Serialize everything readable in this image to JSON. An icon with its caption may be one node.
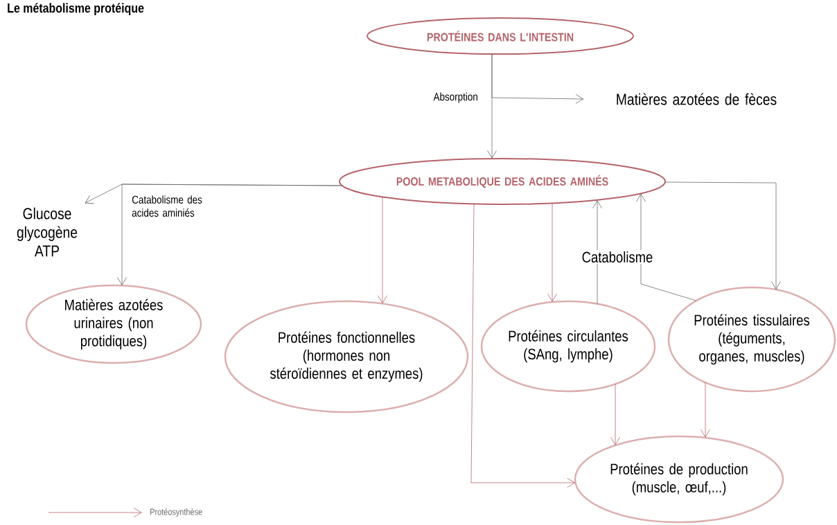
{
  "diagram": {
    "title": "Le métabolisme protéique",
    "nodes": [
      {
        "text": [
          "PROTÉINES DANS L'INTESTIN"
        ]
      },
      {
        "text": [
          "Matières azotées de fèces"
        ]
      },
      {
        "text": [
          "POOL METABOLIQUE DES ACIDES AMINÉS"
        ]
      },
      {
        "text": [
          "Glucose glycogène ATP"
        ]
      },
      {
        "text": [
          "Matières azotées urinaires (non protidiques)"
        ]
      },
      {
        "text": [
          "Protéines fonctionnelles (hormones non stéroïdiennes et enzymes)"
        ]
      },
      {
        "text": [
          "Protéines circulantes (SAng, lymphe)"
        ]
      },
      {
        "text": [
          "Protéines tissulaires (téguments, organes, muscles)"
        ]
      },
      {
        "text": [
          "Protéines de production (muscle, œuf,...)"
        ]
      }
    ],
    "edges": [
      {
        "from": 0,
        "to": 2,
        "arrow": "to",
        "label": "Absorption"
      },
      {
        "from": 0,
        "to": 1,
        "arrow": "to"
      },
      {
        "from": 2,
        "to": 3,
        "arrow": "to"
      },
      {
        "from": 2,
        "to": 4,
        "arrow": "to",
        "label": "Catabolisme des acides aminiés"
      },
      {
        "from": 2,
        "to": 5,
        "arrow": "to",
        "color": "#b5636a"
      },
      {
        "from": 2,
        "to": 6,
        "arrow": "to",
        "color": "#b5636a"
      },
      {
        "from": 2,
        "to": 8,
        "arrow": "to",
        "color": "#b5636a"
      },
      {
        "from": 2,
        "to": 7,
        "arrow": "to"
      },
      {
        "from": 6,
        "to": 2,
        "arrow": "to",
        "label": "Catabolisme"
      },
      {
        "from": 7,
        "to": 2,
        "arrow": "to"
      },
      {
        "from": 6,
        "to": 8,
        "arrow": "to",
        "color": "#b5636a"
      },
      {
        "from": 7,
        "to": 8,
        "arrow": "to",
        "color": "#b5636a"
      }
    ],
    "legend": [
      {
        "text": "Protéosynthèse"
      }
    ]
  }
}
